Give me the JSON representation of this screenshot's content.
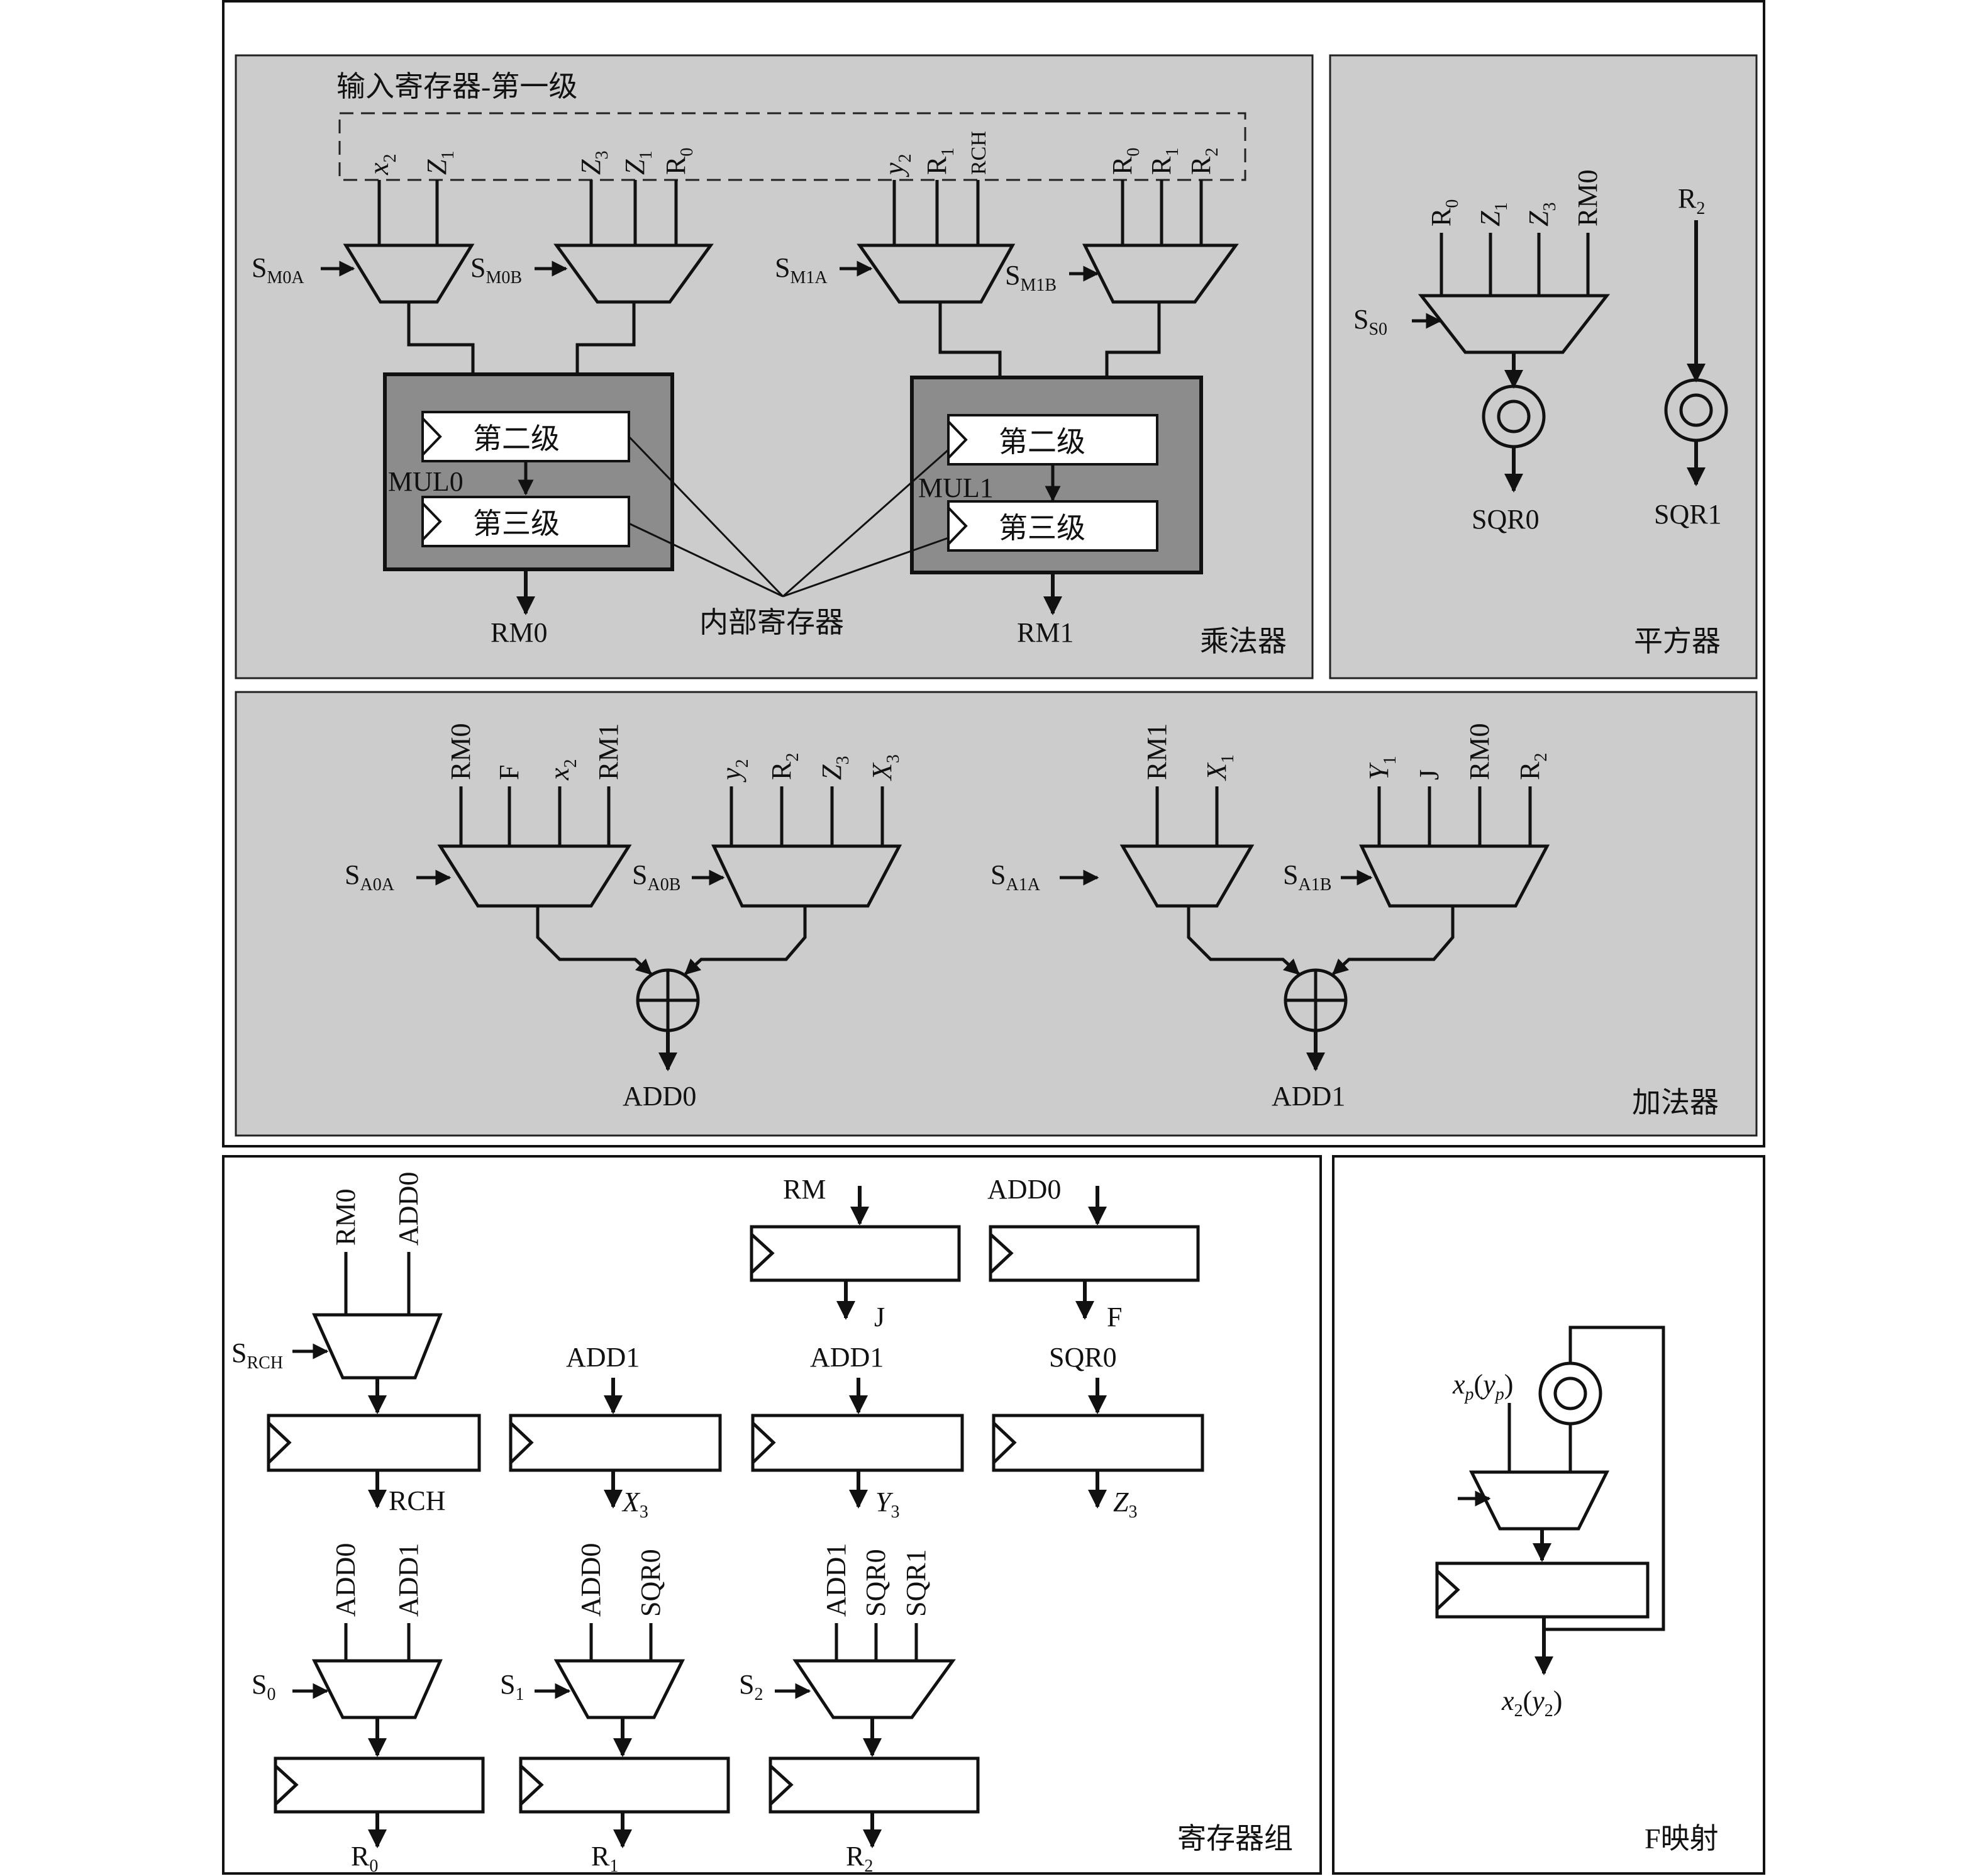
{
  "colors": {
    "panel_fill": "#cccccc",
    "register_block_fill": "#8c8c8c",
    "line": "#111111",
    "background": "#ffffff"
  },
  "panels": {
    "multiplier": "乘法器",
    "squarer": "平方器",
    "adder": "加法器",
    "register_bank": "寄存器组",
    "f_map": "F映射"
  },
  "multiplier": {
    "input_register_label": "输入寄存器-第一级",
    "internal_register_label": "内部寄存器",
    "muxes": [
      {
        "id": "m0a",
        "select": "S",
        "select_sub": "M0A",
        "inputs": [
          [
            "x",
            "2"
          ],
          [
            "Z",
            "1"
          ]
        ]
      },
      {
        "id": "m0b",
        "select": "S",
        "select_sub": "M0B",
        "inputs": [
          [
            "Z",
            "3"
          ],
          [
            "Z",
            "1"
          ],
          [
            "R",
            "0"
          ]
        ]
      },
      {
        "id": "m1a",
        "select": "S",
        "select_sub": "M1A",
        "inputs": [
          [
            "y",
            "2"
          ],
          [
            "R",
            "1"
          ],
          [
            "RCH",
            ""
          ]
        ]
      },
      {
        "id": "m1b",
        "select": "S",
        "select_sub": "M1B",
        "inputs": [
          [
            "R",
            "0"
          ],
          [
            "R",
            "1"
          ],
          [
            "R",
            "2"
          ]
        ]
      }
    ],
    "units": [
      {
        "name": "MUL0",
        "stage2": "第二级",
        "stage3": "第三级",
        "output": "RM0"
      },
      {
        "name": "MUL1",
        "stage2": "第二级",
        "stage3": "第三级",
        "output": "RM1"
      }
    ]
  },
  "squarer": {
    "mux": {
      "select": "S",
      "select_sub": "S0",
      "inputs": [
        [
          "R",
          "0"
        ],
        [
          "Z",
          "1"
        ],
        [
          "Z",
          "3"
        ],
        [
          "RM0",
          ""
        ]
      ]
    },
    "outputs": [
      "SQR0",
      "SQR1"
    ],
    "direct_input": [
      "R",
      "2"
    ]
  },
  "adder": {
    "units": [
      {
        "name": "ADD0",
        "mux_a": {
          "select": "S",
          "select_sub": "A0A",
          "inputs": [
            [
              "RM0",
              ""
            ],
            [
              "F",
              ""
            ],
            [
              "x",
              "2"
            ],
            [
              "RM1",
              ""
            ]
          ]
        },
        "mux_b": {
          "select": "S",
          "select_sub": "A0B",
          "inputs": [
            [
              "y",
              "2"
            ],
            [
              "R",
              "2"
            ],
            [
              "Z",
              "3"
            ],
            [
              "X",
              "3"
            ]
          ]
        }
      },
      {
        "name": "ADD1",
        "mux_a": {
          "select": "S",
          "select_sub": "A1A",
          "inputs": [
            [
              "RM1",
              ""
            ],
            [
              "X",
              "1"
            ]
          ]
        },
        "mux_b": {
          "select": "S",
          "select_sub": "A1B",
          "inputs": [
            [
              "Y",
              "1"
            ],
            [
              "J",
              ""
            ],
            [
              "RM0",
              ""
            ],
            [
              "R",
              "2"
            ]
          ]
        }
      }
    ]
  },
  "register_bank": {
    "rch": {
      "inputs": [
        "RM0",
        "ADD0"
      ],
      "select": "S",
      "select_sub": "RCH",
      "output": "RCH"
    },
    "simple": [
      {
        "input": "RM",
        "output": [
          "J",
          ""
        ]
      },
      {
        "input": "ADD0",
        "output": [
          "F",
          ""
        ]
      },
      {
        "input": "ADD1",
        "output": [
          "X",
          "3"
        ]
      },
      {
        "input": "ADD1",
        "output": [
          "Y",
          "3"
        ]
      },
      {
        "input": "SQR0",
        "output": [
          "Z",
          "3"
        ]
      }
    ],
    "r_regs": [
      {
        "inputs": [
          "ADD0",
          "ADD1"
        ],
        "select": "S",
        "select_sub": "0",
        "output": [
          "R",
          "0"
        ]
      },
      {
        "inputs": [
          "ADD0",
          "SQR0"
        ],
        "select": "S",
        "select_sub": "1",
        "output": [
          "R",
          "1"
        ]
      },
      {
        "inputs": [
          "ADD1",
          "SQR0",
          "SQR1"
        ],
        "select": "S",
        "select_sub": "2",
        "output": [
          "R",
          "2"
        ]
      }
    ]
  },
  "f_map": {
    "input": {
      "a": "x",
      "a_sub": "p",
      "b": "y",
      "b_sub": "p"
    },
    "output": {
      "a": "x",
      "a_sub": "2",
      "b": "y",
      "b_sub": "2"
    }
  }
}
